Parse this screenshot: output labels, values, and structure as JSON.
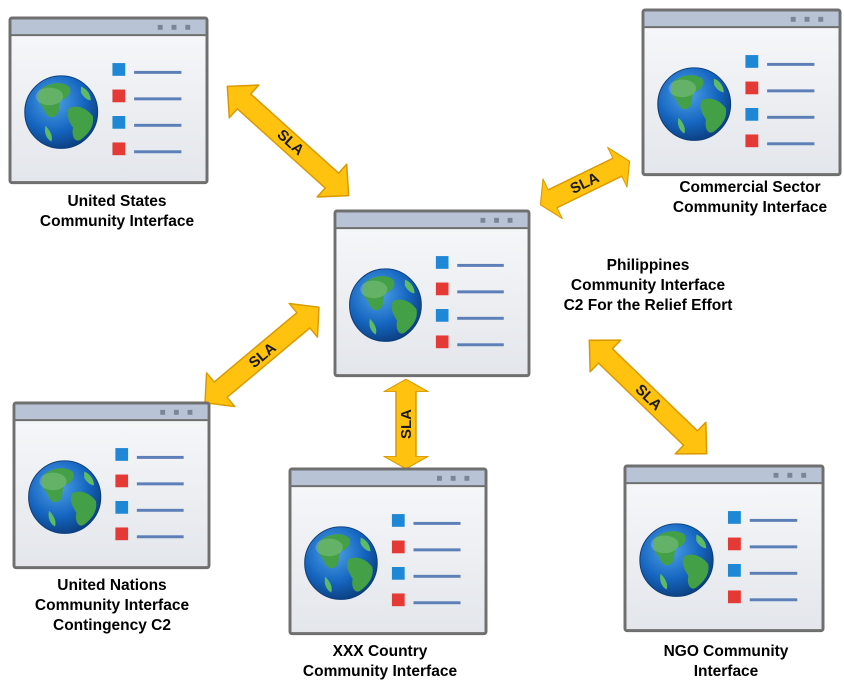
{
  "nodes": {
    "us": {
      "lines": [
        "United States",
        "Community Interface"
      ]
    },
    "commercial": {
      "lines": [
        "Commercial Sector",
        "Community Interface"
      ]
    },
    "philippines": {
      "lines": [
        "Philippines",
        "Community Interface",
        "C2 For the Relief Effort"
      ]
    },
    "un": {
      "lines": [
        "United Nations",
        "Community Interface",
        "Contingency C2"
      ]
    },
    "xxx": {
      "lines": [
        "XXX Country",
        "Community Interface"
      ]
    },
    "ngo": {
      "lines": [
        "NGO Community",
        "Interface"
      ]
    }
  },
  "links": {
    "us_link": "SLA",
    "commercial_link": "SLA",
    "un_link": "SLA",
    "xxx_link": "SLA",
    "ngo_link": "SLA"
  },
  "colors": {
    "arrow_fill": "#FFC20E",
    "arrow_stroke": "#D99A00",
    "window_frame": "#6F6F6F",
    "titlebar": "#B8C4D6",
    "window_body": "#EEF0F3",
    "bullet_blue": "#1E88D6",
    "bullet_red": "#E53935",
    "line_blue": "#5C7FB8",
    "ocean": "#1565C0",
    "land": "#43A047"
  },
  "icons": [
    "globe-icon",
    "list-bullet-icon",
    "window-dots-icon"
  ]
}
